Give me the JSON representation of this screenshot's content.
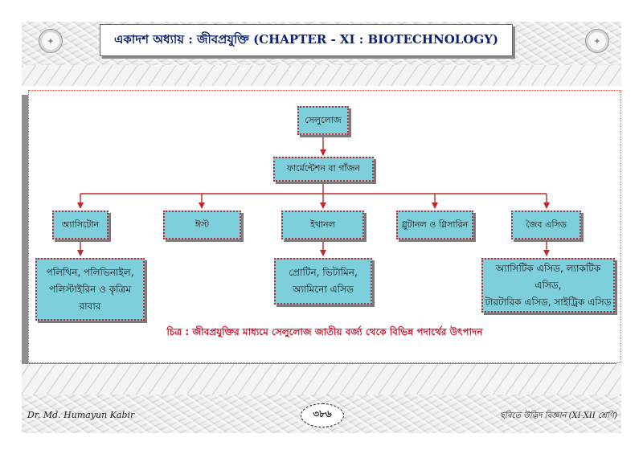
{
  "header": {
    "title": "একাদশ অধ্যায় : জীবপ্রযুক্তি (CHAPTER - XI : BIOTECHNOLOGY)"
  },
  "diagram": {
    "root": "সেলুলোজ",
    "process": "ফার্মেন্টেশন বা গাঁজন",
    "products": [
      {
        "label": "অ্যাসিটোন",
        "derived": [
          "পলিথিন, পলিভিনাইল,",
          "পলিস্টাইরিন ও কৃত্রিম রাবার"
        ]
      },
      {
        "label": "ঈস্ট"
      },
      {
        "label": "ইথানল",
        "derived": [
          "প্রোটিন, ভিটামিন,",
          "অ্যামিনো এসিড"
        ]
      },
      {
        "label": "গ্লুটানল ও গ্লিসারিন"
      },
      {
        "label": "জৈব এসিড",
        "derived": [
          "অ্যাসিটিক এসিড, ল্যাকটিক এসিড,",
          "টারটারিক এসিড, সাইট্রিক এসিড"
        ]
      }
    ],
    "caption": "চিত্র : জীবপ্রযুক্তির মাধ্যমে সেলুলোজ জাতীয় বর্জ্য থেকে বিভিন্ন পদার্থের উৎপাদন",
    "colors": {
      "box_fill": "#7ecfdc",
      "box_border": "#c0282d",
      "connector": "#c0282d",
      "caption": "#d0142a"
    }
  },
  "footer": {
    "author": "Dr. Md. Humayun Kabir",
    "page": "৩৮৬",
    "book": "ছবিতে উদ্ভিদ বিজ্ঞান (XI-XII শ্রেণি)"
  },
  "icons": {
    "left_emblem": "calligraphy-emblem-icon",
    "right_emblem": "calligraphy-emblem-icon"
  }
}
